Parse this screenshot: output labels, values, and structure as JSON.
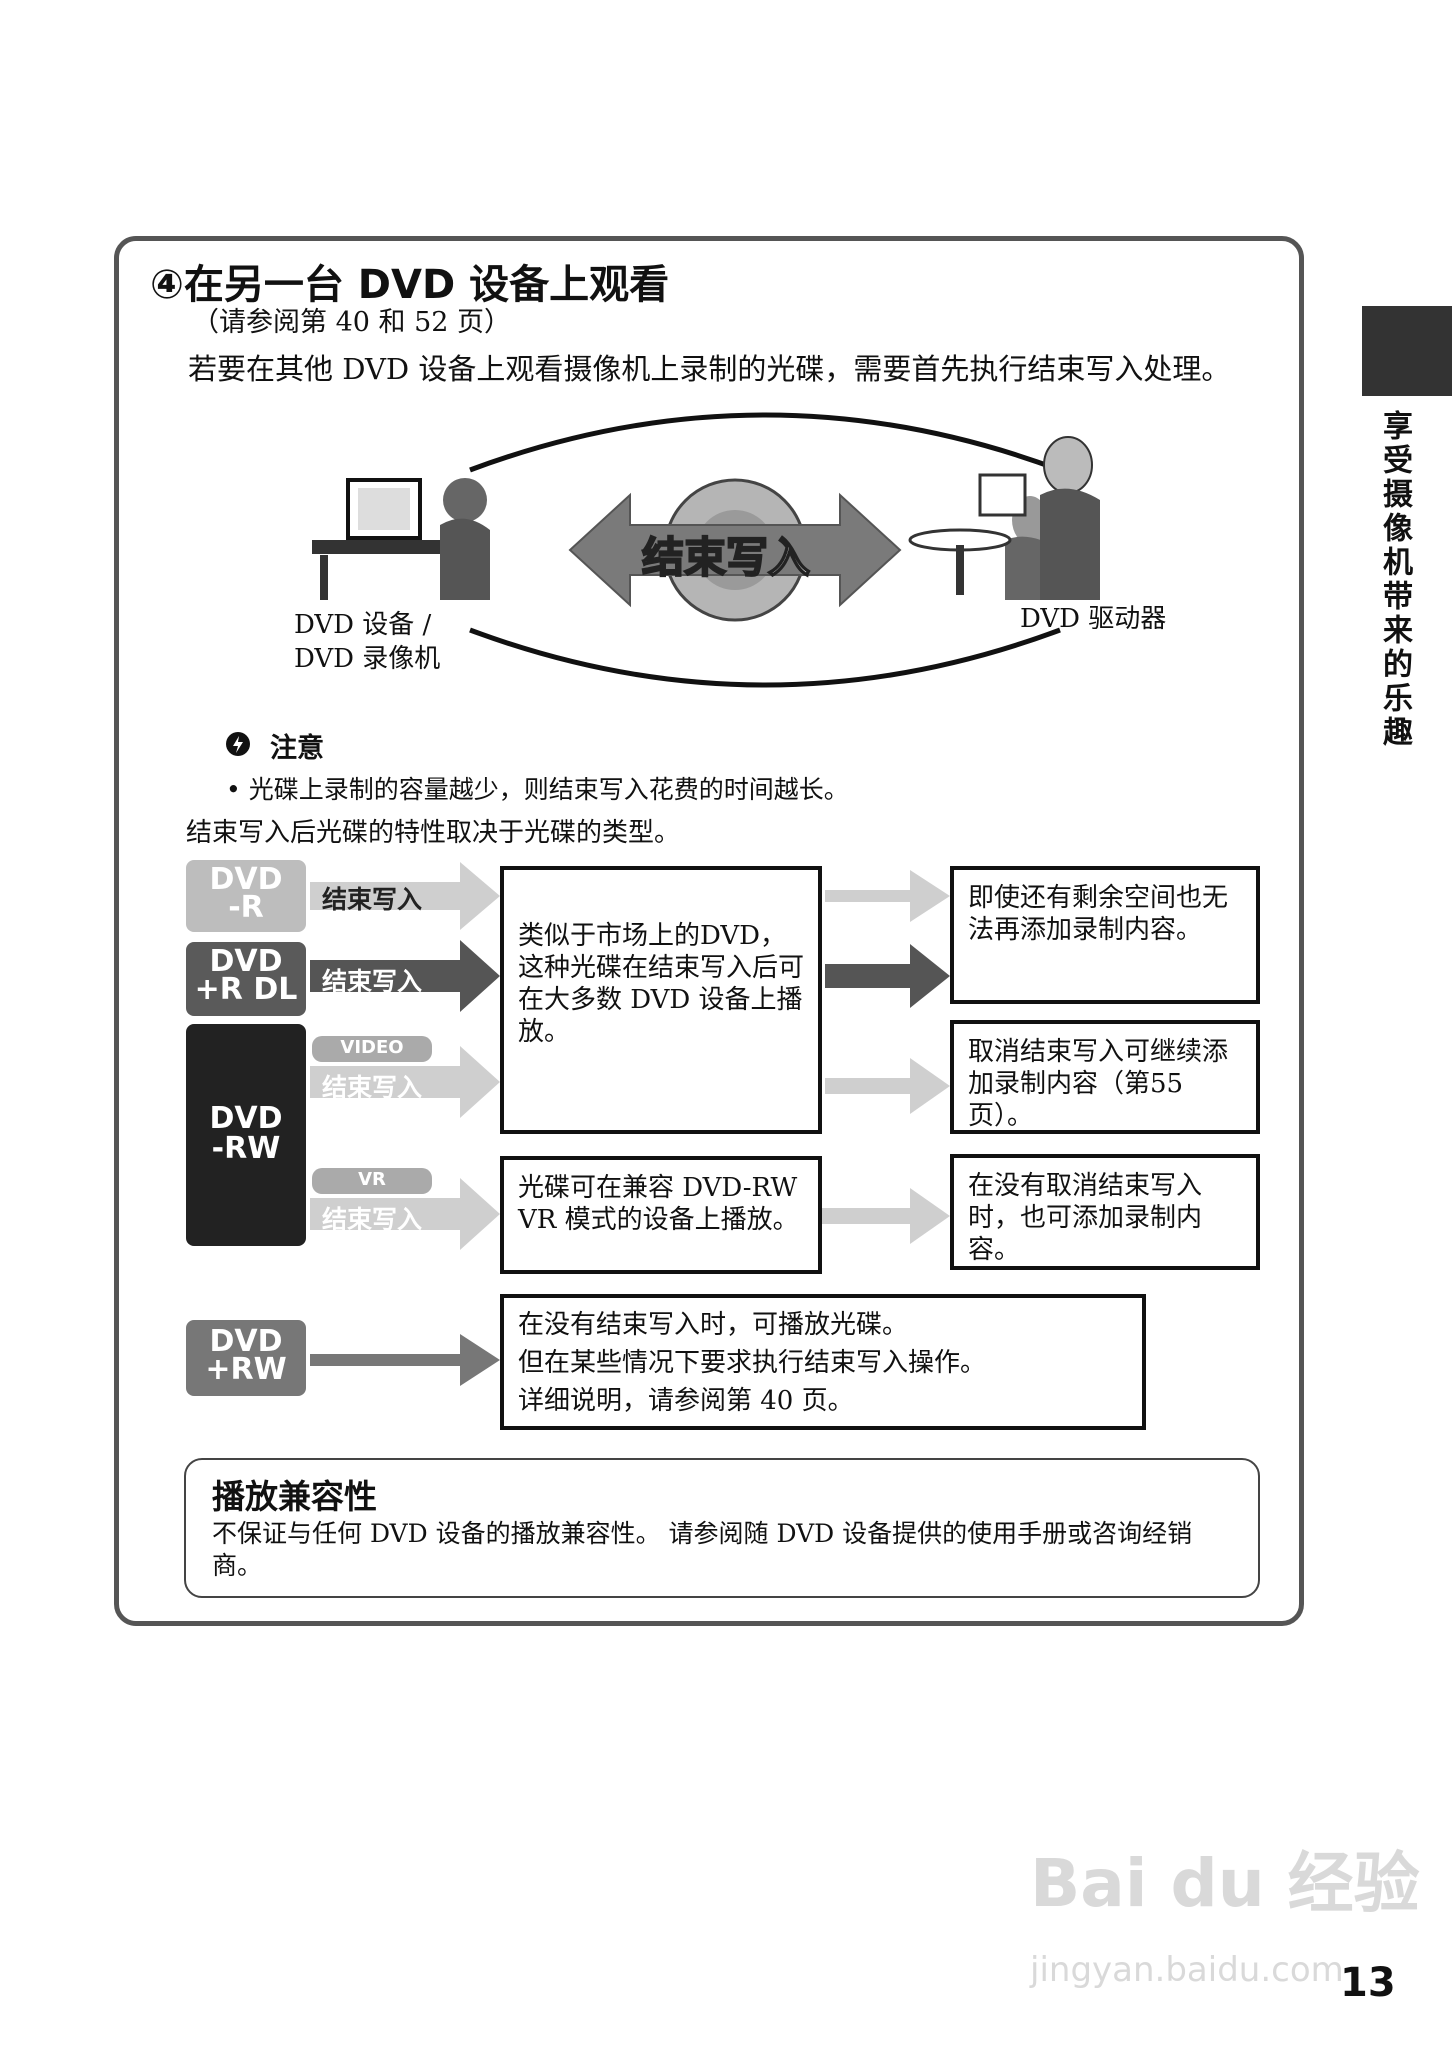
{
  "sidebar": {
    "tab_text": "享受摄像机带来的乐趣"
  },
  "section": {
    "title": "④在另一台 DVD 设备上观看",
    "ref": "（请参阅第 40 和 52 页）",
    "intro": "若要在其他 DVD 设备上观看摄像机上录制的光碟，需要首先执行结束写入处理。"
  },
  "diagram": {
    "center_label": "结束写入",
    "left_label_1": "DVD 设备 /",
    "left_label_2": "DVD 录像机",
    "right_label": "DVD 驱动器"
  },
  "note": {
    "heading": "注意",
    "item": "• 光碟上录制的容量越少，则结束写入花费的时间越长。"
  },
  "caption": "结束写入后光碟的特性取决于光碟的类型。",
  "flow": {
    "disc_dvd_r": "DVD\n-R",
    "disc_dvd_rdl": "DVD\n+R DL",
    "disc_dvd_rw": "DVD\n-RW",
    "disc_dvd_plusrw": "DVD\n+RW",
    "pill_video": "VIDEO",
    "pill_vr": "VR",
    "finalize_label": "结束写入",
    "box_mid_1": "类似于市场上的DVD，这种光碟在结束写入后可在大多数 DVD 设备上播放。",
    "box_mid_2": "光碟可在兼容 DVD-RW VR 模式的设备上播放。",
    "box_right_1": "即使还有剩余空间也无法再添加录制内容。",
    "box_right_2": "取消结束写入可继续添加录制内容（第55页）。",
    "box_right_3": "在没有取消结束写入时，也可添加录制内容。",
    "box_bottom_line1": "在没有结束写入时，可播放光碟。",
    "box_bottom_line2": "但在某些情况下要求执行结束写入操作。",
    "box_bottom_line3": "详细说明，请参阅第 40 页。"
  },
  "compat": {
    "heading": "播放兼容性",
    "text": "不保证与任何 DVD 设备的播放兼容性。 请参阅随 DVD 设备提供的使用手册或咨询经销商。"
  },
  "page_number": "13",
  "watermark": {
    "main": "Bai du 经验",
    "sub": "jingyan.baidu.com"
  },
  "colors": {
    "frame": "#555555",
    "dark_badge": "#222222",
    "mid_badge": "#5a5a5a",
    "light_badge": "#bdbdbd",
    "arrow_dark": "#555555",
    "arrow_light": "#cfcfcf"
  }
}
